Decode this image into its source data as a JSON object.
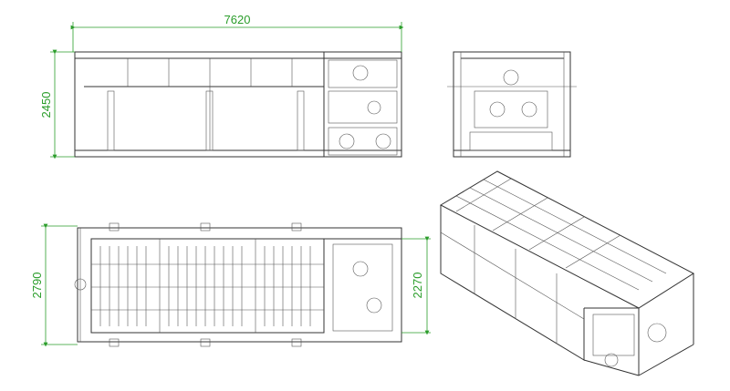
{
  "dimensions": {
    "front_length": "7620",
    "front_height": "2450",
    "top_width": "2790",
    "top_inner_width": "2270"
  },
  "colors": {
    "dimension_line": "#2a9d2a",
    "drawing_line": "#333333"
  }
}
